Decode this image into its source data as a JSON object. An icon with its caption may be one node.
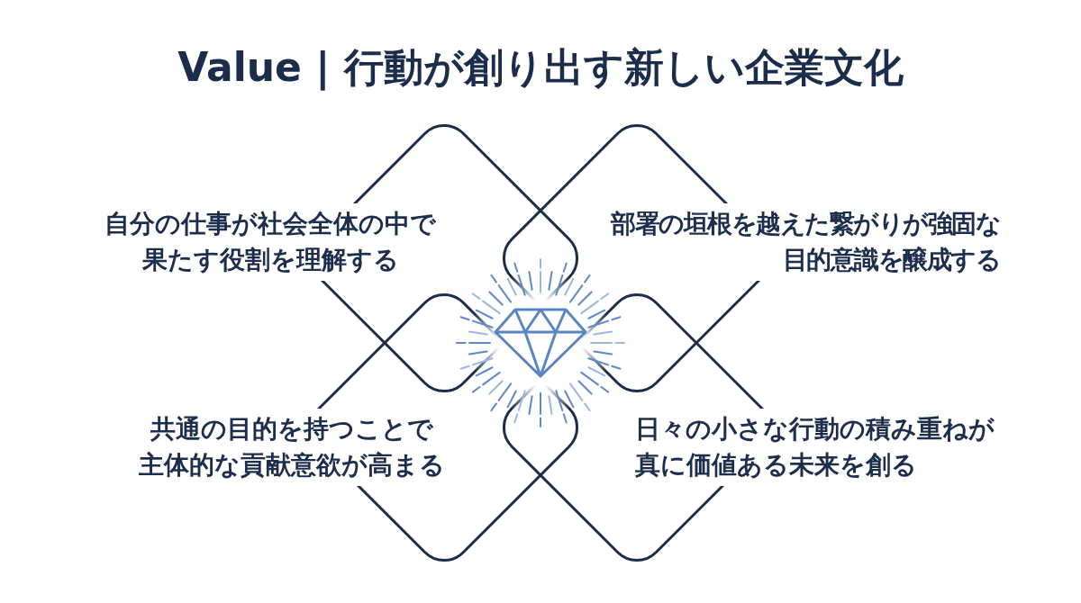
{
  "diagram": {
    "title": "Value | 行動が創り出す新しい企業文化",
    "nodes": [
      {
        "text": [
          "自分の仕事が社会全体の中で果たす役割を理解する"
        ]
      },
      {
        "text": [
          "部署の垣根を越えた繋がりが強固な目的意識を醸成する"
        ]
      },
      {
        "text": [
          "共通の目的を持つことで主体的な貢献意欲が高まる"
        ]
      },
      {
        "text": [
          "日々の小さな行動の積み重ねが真に価値ある未来を創る"
        ]
      }
    ]
  }
}
